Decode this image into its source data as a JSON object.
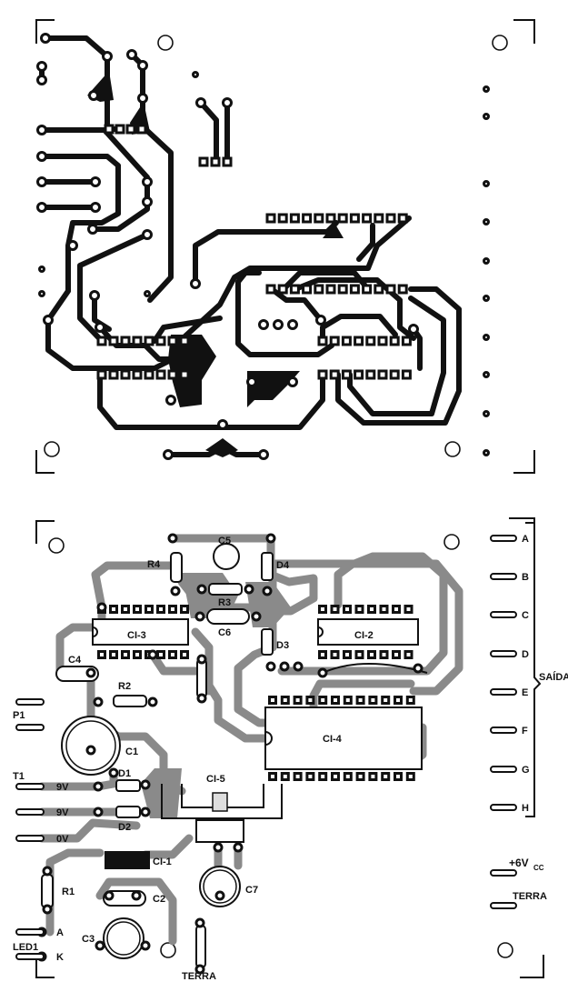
{
  "labels": {
    "c5": "C5",
    "r4": "R4",
    "d4": "D4",
    "r3": "R3",
    "ci3": "CI-3",
    "c6": "C6",
    "ci2": "CI-2",
    "d3": "D3",
    "c4": "C4",
    "r2": "R2",
    "p1": "P1",
    "c1": "C1",
    "ci4": "CI-4",
    "t1": "T1",
    "d1": "D1",
    "d2": "D2",
    "ci5": "CI-5",
    "v9a": "9V",
    "v9b": "9V",
    "v0": "0V",
    "ci1": "CI-1",
    "r1": "R1",
    "c2": "C2",
    "c7": "C7",
    "c3": "C3",
    "a": "A",
    "led1": "LED1",
    "k": "K",
    "terra_bottom": "TERRA",
    "plus6": "+6V",
    "cc": "CC",
    "terra_right": "TERRA",
    "saida": "SAÍDA"
  },
  "outputs": [
    "A",
    "B",
    "C",
    "D",
    "E",
    "F",
    "G",
    "H"
  ]
}
